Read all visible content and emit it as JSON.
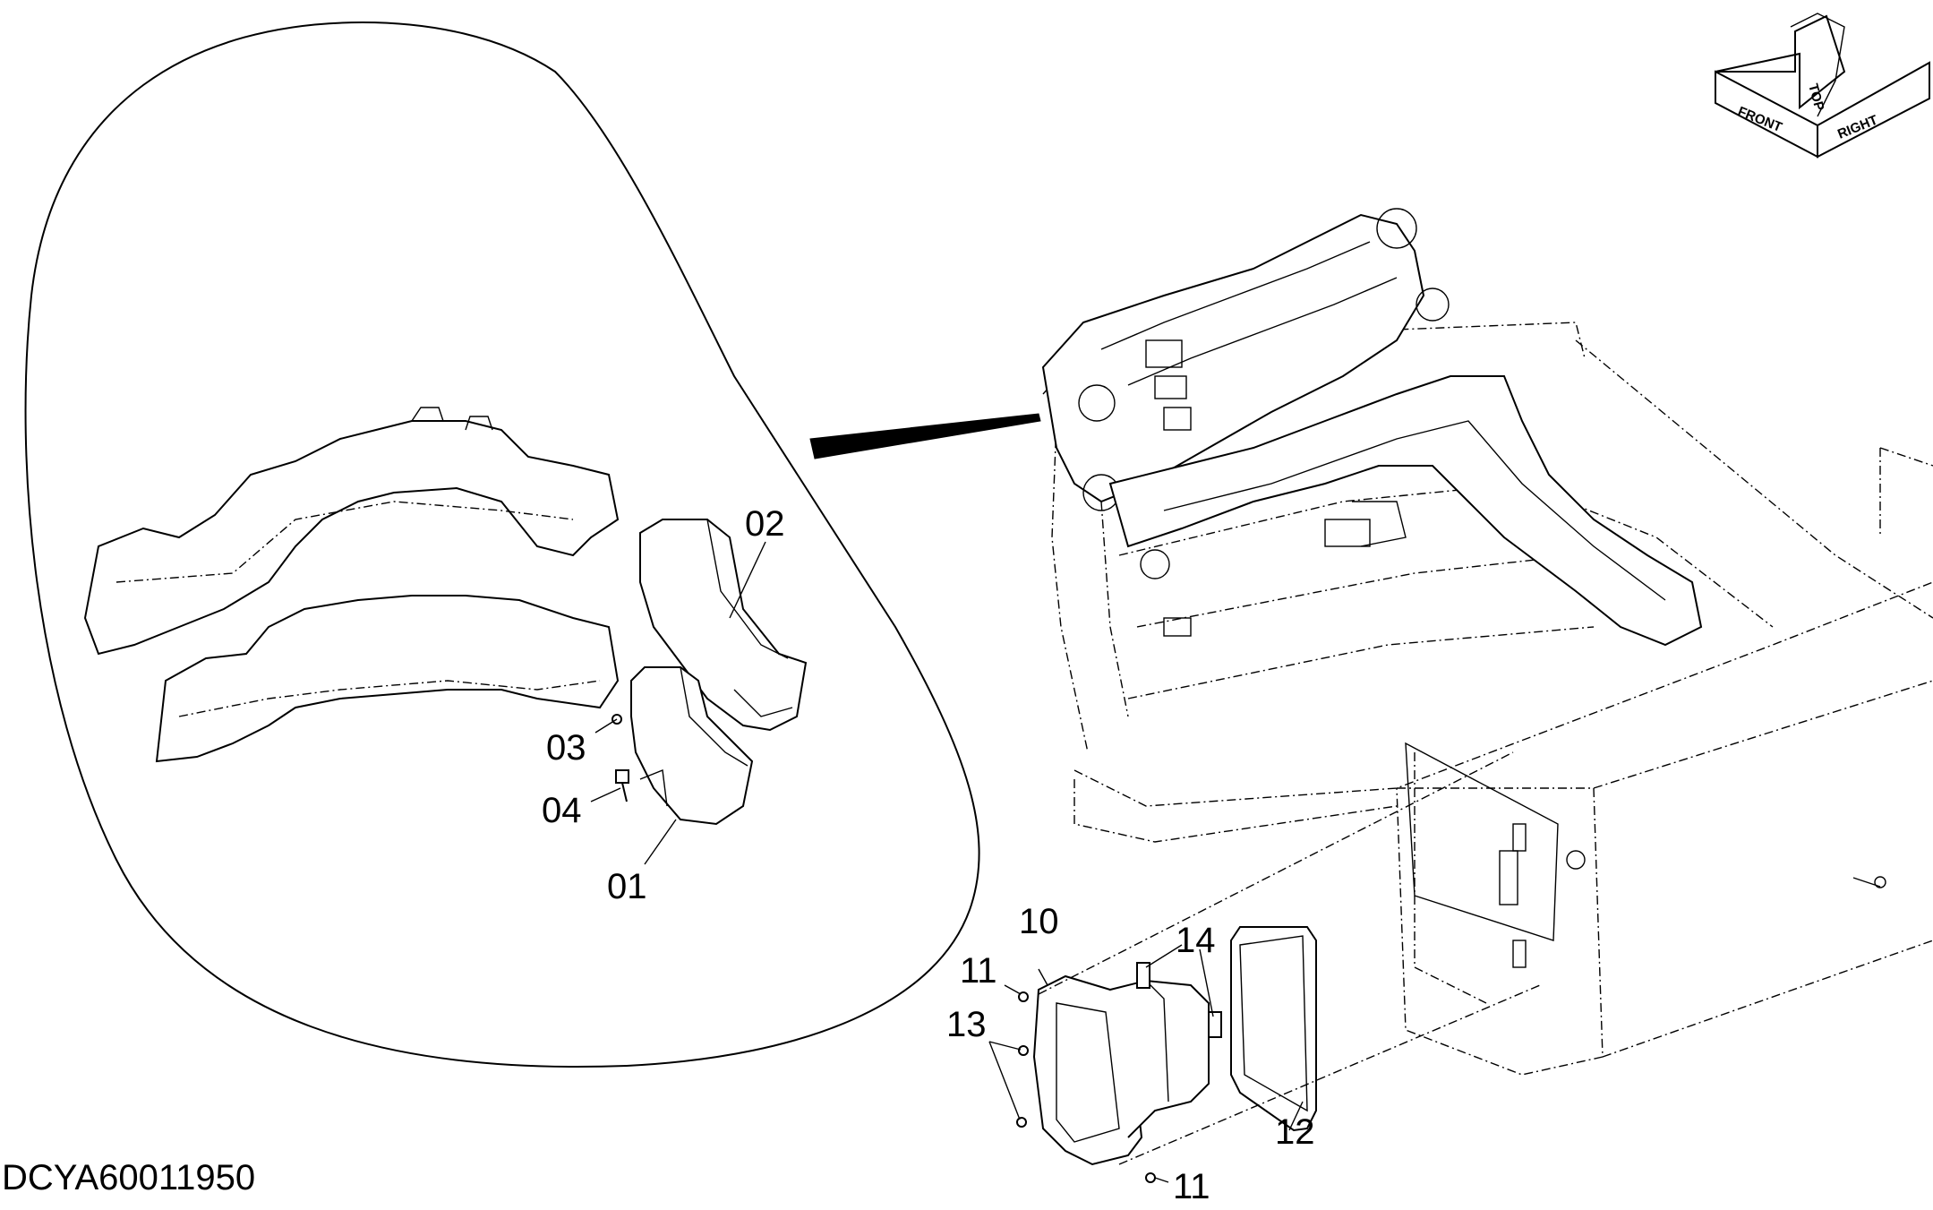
{
  "document_id": "DCYA60011950",
  "orientation_cube": {
    "top_label": "TOP",
    "front_label": "FRONT",
    "right_label": "RIGHT"
  },
  "callouts": {
    "c01": "01",
    "c02": "02",
    "c03": "03",
    "c04": "04",
    "c10": "10",
    "c11a": "11",
    "c11b": "11",
    "c12": "12",
    "c13": "13",
    "c14": "14"
  }
}
